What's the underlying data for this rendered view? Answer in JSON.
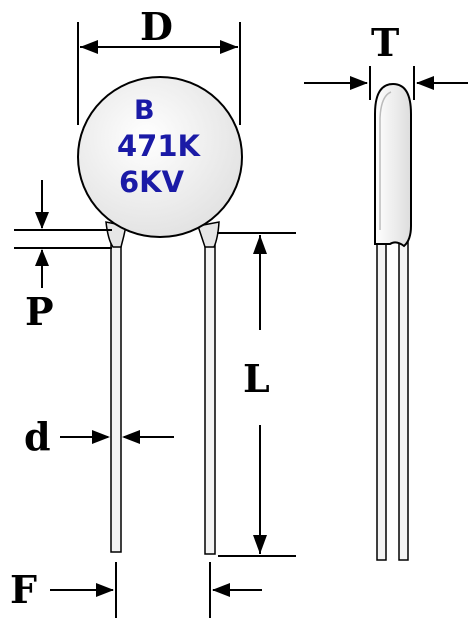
{
  "body_marking": {
    "line1": "B",
    "line2": "471K",
    "line3": "6KV"
  },
  "dimension_labels": {
    "D": "D",
    "T": "T",
    "P": "P",
    "L": "L",
    "d": "d",
    "F": "F"
  },
  "colors": {
    "marking": "#1a1aa6",
    "outline": "#000000",
    "body_shade": "#e2e2e2",
    "background": "#ffffff"
  }
}
